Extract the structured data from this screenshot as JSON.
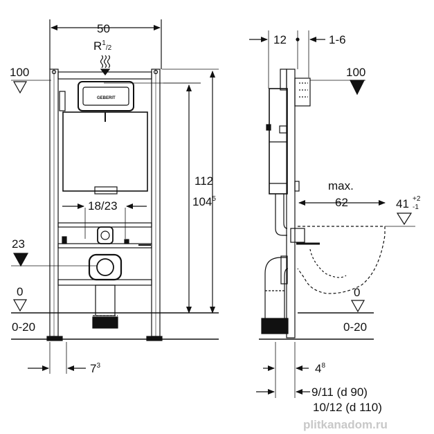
{
  "front": {
    "width": "50",
    "water_r": "R",
    "water_sup": "1",
    "water_sub": "/2",
    "level_100": "100",
    "height_104_main": "104",
    "height_104_sup": "5",
    "height_112": "112",
    "flush_pipe_span": "18/23",
    "level_23": "23",
    "level_0": "0",
    "floor_range": "0-20",
    "bottom_offset_main": "7",
    "bottom_offset_sup": "3",
    "brand": "GEBERIT"
  },
  "side": {
    "depth_12": "12",
    "offset_1_6": "1-6",
    "level_100": "100",
    "max_label": "max.",
    "max_62": "62",
    "level_41_main": "41",
    "level_41_plus": "+2",
    "level_41_minus": "-1",
    "level_0": "0",
    "floor_range": "0-20",
    "offset_4_main": "4",
    "offset_4_sup": "8",
    "d90": "9/11 (d 90)",
    "d110": "10/12 (d 110)"
  },
  "watermark": "plitkanadom.ru"
}
